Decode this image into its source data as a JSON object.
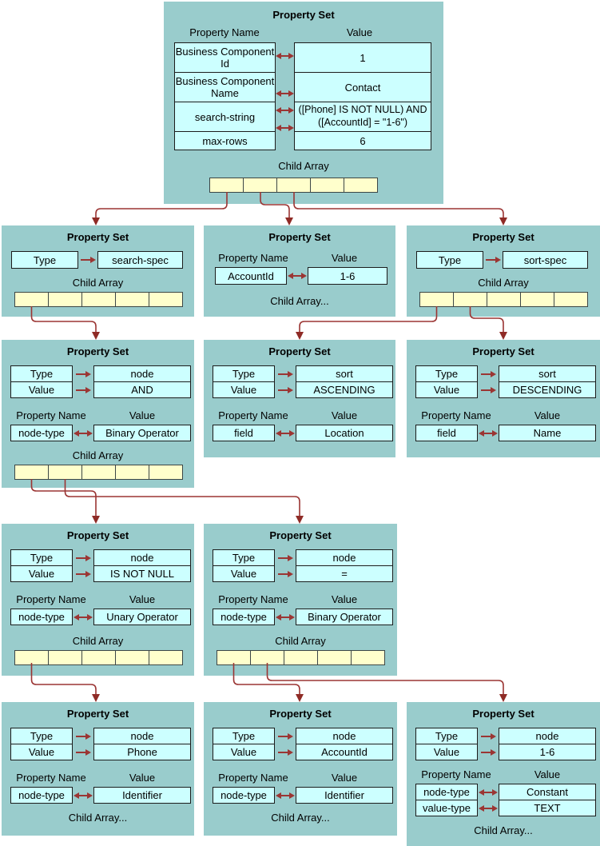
{
  "colors": {
    "box_background": "#99CCCC",
    "cell_background": "#CCFFFF",
    "child_array_cell_background": "#FFFFCC",
    "connector": "#9B3533"
  },
  "boxes": {
    "root": {
      "title": "Property Set",
      "headers": {
        "name": "Property Name",
        "value": "Value"
      },
      "rows": [
        {
          "name": "Business Component Id",
          "value": "1"
        },
        {
          "name": "Business Component Name",
          "value": "Contact"
        },
        {
          "name": "search-string",
          "value": "([Phone] IS NOT NULL) AND ([AccountId] = \"1-6\")"
        },
        {
          "name": "max-rows",
          "value": "6"
        }
      ],
      "child_array_label": "Child Array"
    },
    "search_spec": {
      "title": "Property Set",
      "rows": [
        {
          "name": "Type",
          "value": "search-spec"
        }
      ],
      "child_array_label": "Child Array"
    },
    "account_id": {
      "title": "Property Set",
      "headers": {
        "name": "Property Name",
        "value": "Value"
      },
      "rows": [
        {
          "name": "AccountId",
          "value": "1-6"
        }
      ],
      "child_array_label": "Child Array..."
    },
    "sort_spec": {
      "title": "Property Set",
      "rows": [
        {
          "name": "Type",
          "value": "sort-spec"
        }
      ],
      "child_array_label": "Child Array"
    },
    "and_node": {
      "title": "Property Set",
      "type_rows": [
        {
          "name": "Type",
          "value": "node"
        },
        {
          "name": "Value",
          "value": "AND"
        }
      ],
      "headers": {
        "name": "Property Name",
        "value": "Value"
      },
      "rows": [
        {
          "name": "node-type",
          "value": "Binary Operator"
        }
      ],
      "child_array_label": "Child Array"
    },
    "sort_ascending": {
      "title": "Property Set",
      "type_rows": [
        {
          "name": "Type",
          "value": "sort"
        },
        {
          "name": "Value",
          "value": "ASCENDING"
        }
      ],
      "headers": {
        "name": "Property Name",
        "value": "Value"
      },
      "rows": [
        {
          "name": "field",
          "value": "Location"
        }
      ]
    },
    "sort_descending": {
      "title": "Property Set",
      "type_rows": [
        {
          "name": "Type",
          "value": "sort"
        },
        {
          "name": "Value",
          "value": "DESCENDING"
        }
      ],
      "headers": {
        "name": "Property Name",
        "value": "Value"
      },
      "rows": [
        {
          "name": "field",
          "value": "Name"
        }
      ]
    },
    "not_null_node": {
      "title": "Property Set",
      "type_rows": [
        {
          "name": "Type",
          "value": "node"
        },
        {
          "name": "Value",
          "value": "IS NOT NULL"
        }
      ],
      "headers": {
        "name": "Property Name",
        "value": "Value"
      },
      "rows": [
        {
          "name": "node-type",
          "value": "Unary Operator"
        }
      ],
      "child_array_label": "Child Array"
    },
    "equals_node": {
      "title": "Property Set",
      "type_rows": [
        {
          "name": "Type",
          "value": "node"
        },
        {
          "name": "Value",
          "value": "="
        }
      ],
      "headers": {
        "name": "Property Name",
        "value": "Value"
      },
      "rows": [
        {
          "name": "node-type",
          "value": "Binary Operator"
        }
      ],
      "child_array_label": "Child Array"
    },
    "phone_node": {
      "title": "Property Set",
      "type_rows": [
        {
          "name": "Type",
          "value": "node"
        },
        {
          "name": "Value",
          "value": "Phone"
        }
      ],
      "headers": {
        "name": "Property Name",
        "value": "Value"
      },
      "rows": [
        {
          "name": "node-type",
          "value": "Identifier"
        }
      ],
      "child_array_label": "Child Array..."
    },
    "accountid_node": {
      "title": "Property Set",
      "type_rows": [
        {
          "name": "Type",
          "value": "node"
        },
        {
          "name": "Value",
          "value": "AccountId"
        }
      ],
      "headers": {
        "name": "Property Name",
        "value": "Value"
      },
      "rows": [
        {
          "name": "node-type",
          "value": "Identifier"
        }
      ],
      "child_array_label": "Child Array..."
    },
    "constant_node": {
      "title": "Property Set",
      "type_rows": [
        {
          "name": "Type",
          "value": "node"
        },
        {
          "name": "Value",
          "value": "1-6"
        }
      ],
      "headers": {
        "name": "Property Name",
        "value": "Value"
      },
      "rows": [
        {
          "name": "node-type",
          "value": "Constant"
        },
        {
          "name": "value-type",
          "value": "TEXT"
        }
      ],
      "child_array_label": "Child Array..."
    }
  }
}
